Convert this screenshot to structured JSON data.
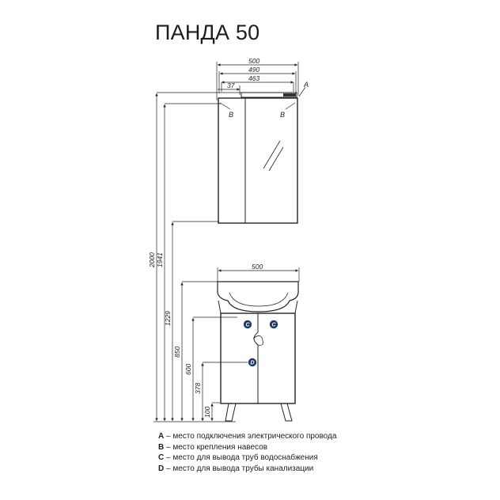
{
  "title": "ПАНДА 50",
  "mirror_cabinet": {
    "width_labels": [
      "500",
      "490",
      "463"
    ],
    "offset_label": "37",
    "marker_a": "A",
    "marker_b_left": "B",
    "marker_b_right": "B"
  },
  "vanity": {
    "width_label": "500",
    "marker_c_left": "C",
    "marker_c_right": "C",
    "marker_d": "D"
  },
  "heights": {
    "h2000": "2000",
    "h1941": "1941",
    "h1229": "1229",
    "h850": "850",
    "h600": "600",
    "h378": "378",
    "h100": "100"
  },
  "legend": [
    {
      "key": "A",
      "text": " – место подключения электрического провода"
    },
    {
      "key": "B",
      "text": " – место крепления навесов"
    },
    {
      "key": "C",
      "text": " – место для вывода труб водоснабжения"
    },
    {
      "key": "D",
      "text": " – место для вывода трубы канализации"
    }
  ]
}
